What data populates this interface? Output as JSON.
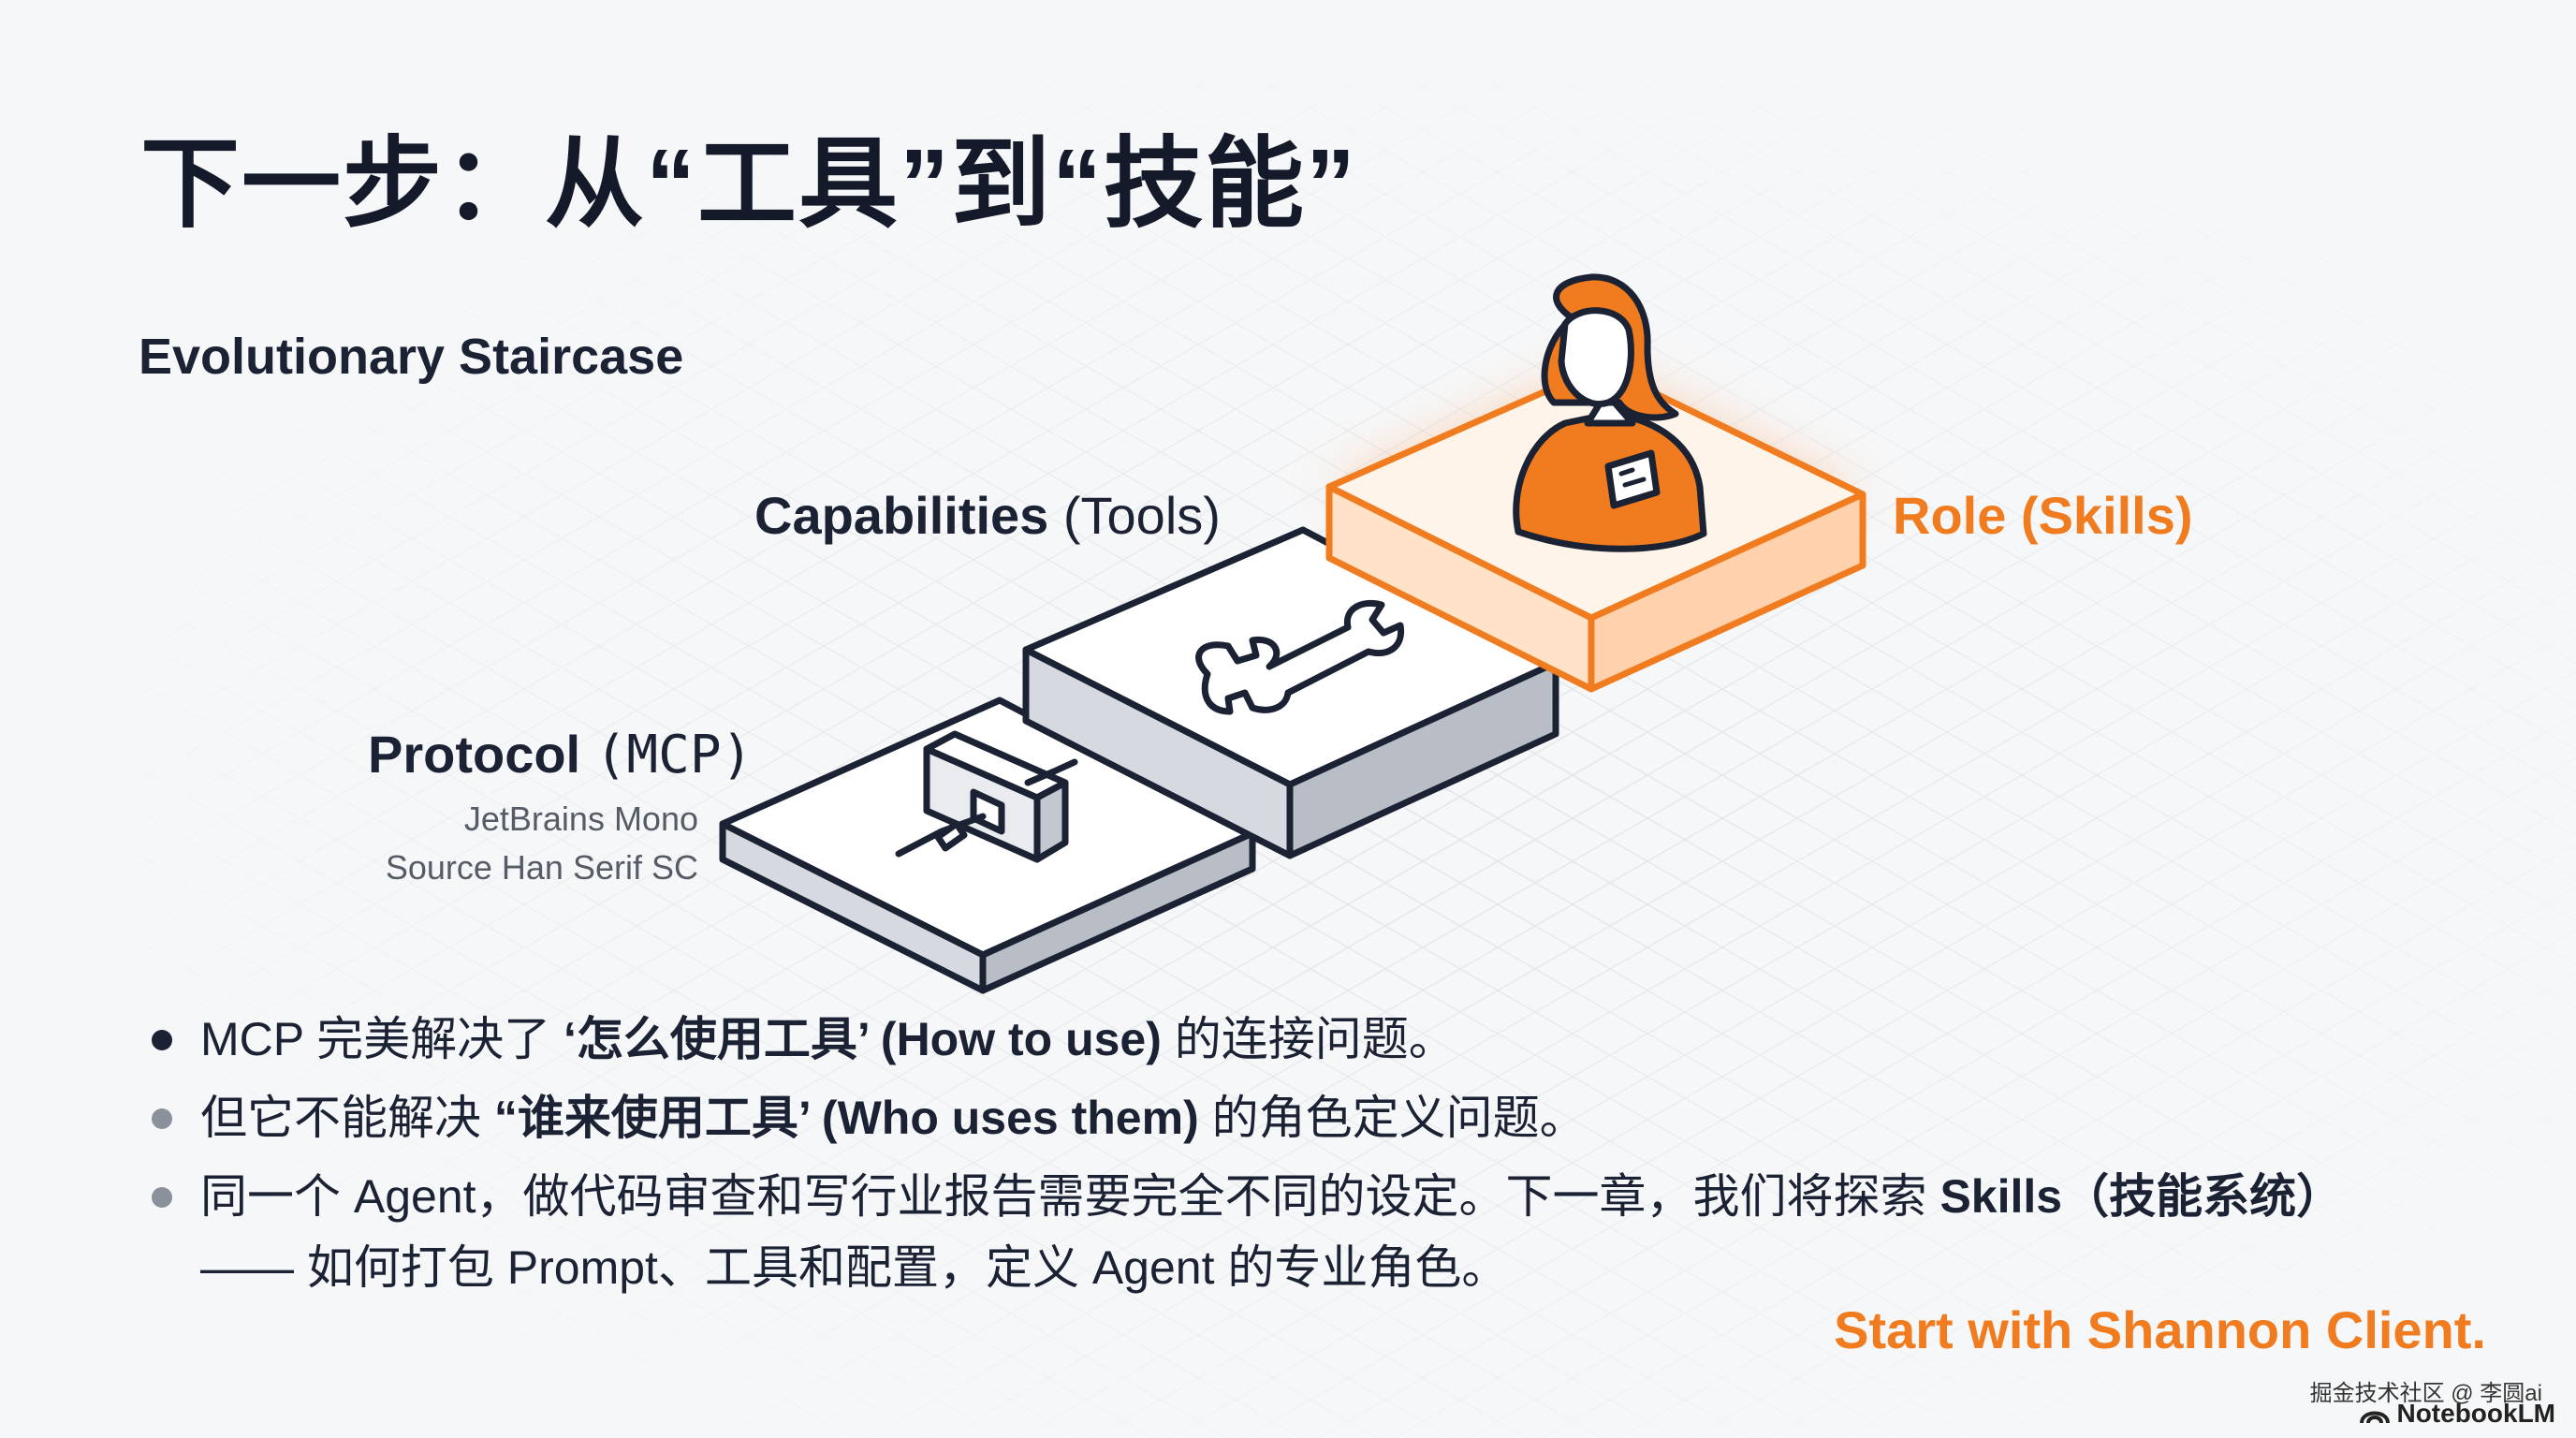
{
  "title": "下一步：从“工具”到“技能”",
  "subtitle": "Evolutionary Staircase",
  "steps": {
    "mcp": {
      "name": "Protocol",
      "tag": "(MCP)"
    },
    "tools": {
      "name": "Capabilities",
      "tag": "(Tools)"
    },
    "role": {
      "name": "Role",
      "tag": "(Skills)"
    }
  },
  "font_notes": [
    "JetBrains Mono",
    "Source Han Serif SC"
  ],
  "bullets": [
    {
      "pre": "MCP 完美解决了 ",
      "bold": "‘怎么使用工具’ (How to use)",
      "post": " 的连接问题。"
    },
    {
      "pre": "但它不能解决 ",
      "bold": "“谁来使用工具’ (Who uses them)",
      "post": " 的角色定义问题。"
    },
    {
      "pre": "同一个 Agent，做代码审查和写行业报告需要完全不同的设定。下一章，我们将探索 ",
      "bold": "Skills（技能系统）",
      "post": "—— 如何打包 Prompt、工具和配置，定义 Agent 的专业角色。"
    }
  ],
  "cta": "Start with Shannon Client.",
  "watermark": {
    "community": "掘金技术社区 @ 李圆ai",
    "brand": "NotebookLM"
  },
  "colors": {
    "accent": "#f07c1f",
    "ink": "#1b2233",
    "platform_side": "#cfd2d8"
  },
  "icons": [
    "plug-connector-icon",
    "wrench-icon",
    "person-with-badge-icon",
    "notebooklm-logo-icon"
  ]
}
